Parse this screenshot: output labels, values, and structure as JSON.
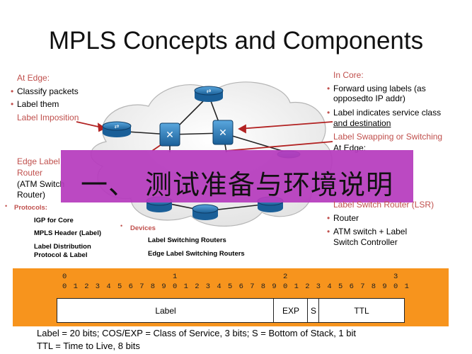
{
  "slide": {
    "title": "MPLS Concepts and Components"
  },
  "left": {
    "edge_heading": "At Edge:",
    "edge_items": [
      "Classify packets",
      "Label them"
    ],
    "label_imposition": "Label Imposition",
    "edge_router_lines": [
      "Edge Label",
      "Router",
      "(ATM Switch",
      "Router)"
    ],
    "protocols_heading": "Protocols:",
    "protocols": [
      "IGP for Core",
      "MPLS Header (Label)",
      "Label Distribution",
      "Protocol & Label"
    ]
  },
  "center": {
    "devices_heading": "Devices",
    "devices": [
      "Label Switching Routers",
      "Edge Label Switching Routers"
    ]
  },
  "right": {
    "core_heading": "In Core:",
    "core_item1_lines": [
      "Forward using labels (as",
      "opposedto IP addr)"
    ],
    "core_item2_lines": [
      "Label indicates service class",
      "and destination"
    ],
    "swapping": "Label Swapping or Switching",
    "at_edge": "At Edge:",
    "lsr": "Label Switch Router (LSR)",
    "lsr_items": [
      "Router",
      "ATM switch + Label",
      "Switch Controller"
    ]
  },
  "banner": {
    "text": "一、 测试准备与环境说明"
  },
  "header_bits": {
    "tens": [
      "0",
      "1",
      "2",
      "3"
    ],
    "ones": [
      "0",
      "1",
      "2",
      "3",
      "4",
      "5",
      "6",
      "7",
      "8",
      "9",
      "0",
      "1",
      "2",
      "3",
      "4",
      "5",
      "6",
      "7",
      "8",
      "9",
      "0",
      "1",
      "2",
      "3",
      "4",
      "5",
      "6",
      "7",
      "8",
      "9",
      "0",
      "1"
    ],
    "fields": [
      "Label",
      "EXP",
      "S",
      "TTL"
    ]
  },
  "captions": [
    "Label = 20 bits; COS/EXP = Class of Service, 3 bits; S = Bottom of Stack, 1 bit",
    "TTL = Time  to Live, 8 bits"
  ],
  "colors": {
    "accent_red": "#c0504d",
    "banner": "#b63bbd",
    "header_bg": "#f7941d",
    "router_blue": "#1f6fae"
  }
}
